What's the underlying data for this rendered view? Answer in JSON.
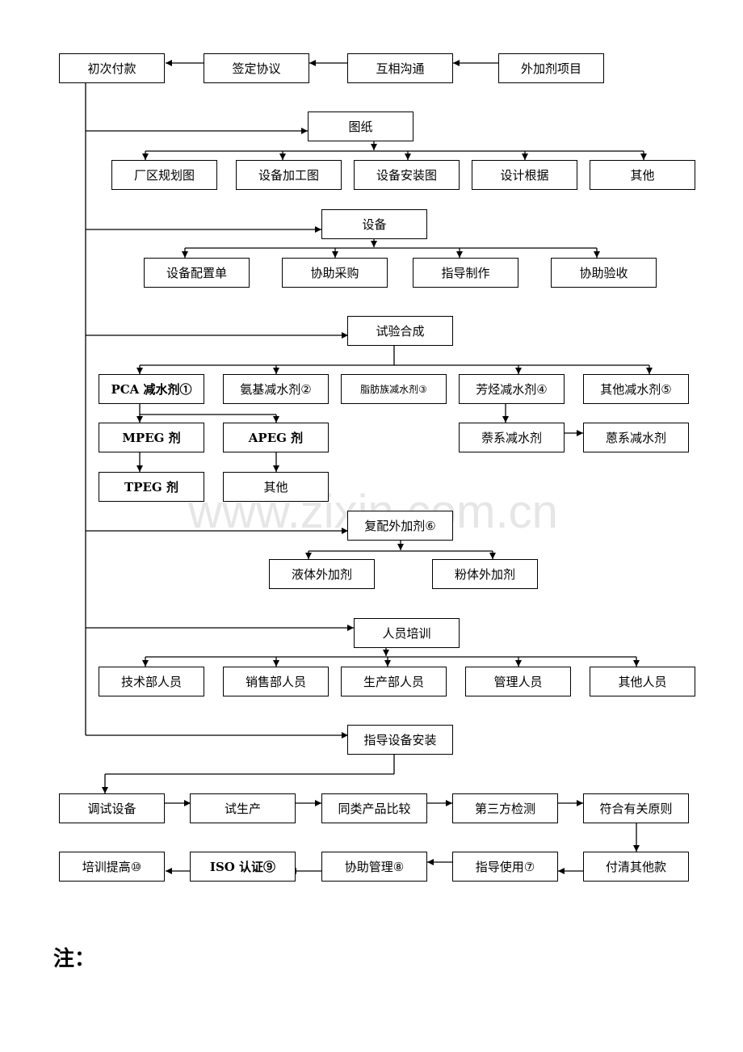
{
  "watermark": "www.zixin.com.cn",
  "boxes": {
    "b_chuci": "初次付款",
    "b_qianding": "签定协议",
    "b_huxiang": "互相沟通",
    "b_waijia": "外加剂项目",
    "b_tuzhi": "图纸",
    "b_changqu": "厂区规划图",
    "b_jiagong": "设备加工图",
    "b_anzhuangtu": "设备安装图",
    "b_sheji": "设计根据",
    "b_qita1": "其他",
    "b_shebei": "设备",
    "b_peizhi": "设备配置单",
    "b_caigou": "协助采购",
    "b_zhizuo": "指导制作",
    "b_yanshou": "协助验收",
    "b_shiyan": "试验合成",
    "b_pca": "PCA 减水剂①",
    "b_anji": "氨基减水剂②",
    "b_zhifang": "脂肪族减水剂③",
    "b_fangting": "芳烃减水剂④",
    "b_qitajs": "其他减水剂⑤",
    "b_mpeg": "MPEG 剂",
    "b_apeg": "APEG 剂",
    "b_naixi": "萘系减水剂",
    "b_enxi": "蒽系减水剂",
    "b_tpeg": "TPEG 剂",
    "b_qita2": "其他",
    "b_fupei": "复配外加剂⑥",
    "b_yeti": "液体外加剂",
    "b_fenti": "粉体外加剂",
    "b_renyuan": "人员培训",
    "b_jishu": "技术部人员",
    "b_xiaoshou": "销售部人员",
    "b_shengchan": "生产部人员",
    "b_guanli": "管理人员",
    "b_qitary": "其他人员",
    "b_zhidaoaz": "指导设备安装",
    "b_tiaoshi": "调试设备",
    "b_shisheng": "试生产",
    "b_tonglei": "同类产品比较",
    "b_disanfang": "第三方检测",
    "b_fuhe": "符合有关原则",
    "b_peixun": "培训提高⑩",
    "b_iso": "ISO 认证⑨",
    "b_xiezhuguanli": "协助管理⑧",
    "b_zhidaosy": "指导使用⑦",
    "b_fuqing": "付清其他款"
  },
  "note": "注："
}
